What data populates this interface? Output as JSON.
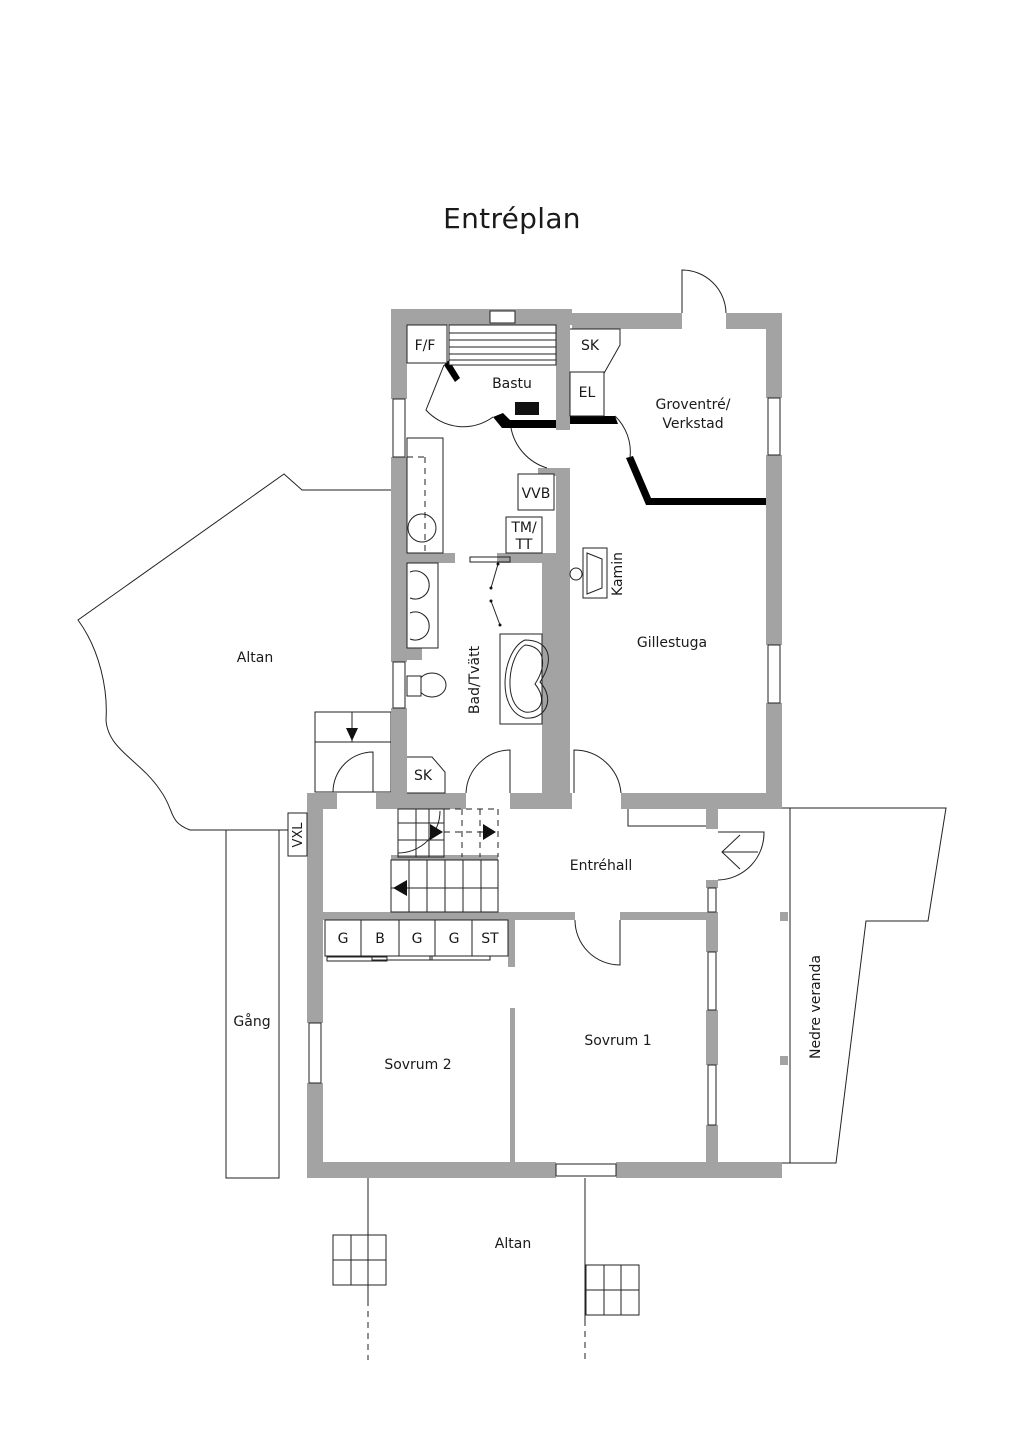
{
  "title": "Entréplan",
  "colors": {
    "wall": "#a3a3a3",
    "line": "#222222",
    "background": "#ffffff"
  },
  "rooms": {
    "ff": "F/F",
    "bastu": "Bastu",
    "sk_top": "SK",
    "el": "EL",
    "groventre_line1": "Groventré/",
    "groventre_line2": "Verkstad",
    "vvb": "VVB",
    "tmtt_line1": "TM/",
    "tmtt_line2": "TT",
    "kamin": "Kamin",
    "gillestuga": "Gillestuga",
    "bad_tvatt": "Bad/Tvätt",
    "sk_bottom": "SK",
    "entrehall": "Entréhall",
    "vxl": "VXL",
    "sovrum1": "Sovrum 1",
    "sovrum2": "Sovrum 2",
    "nedre_veranda": "Nedre veranda",
    "altan_left": "Altan",
    "altan_bottom": "Altan",
    "gang": "Gång"
  },
  "closets": [
    "G",
    "B",
    "G",
    "G",
    "ST"
  ]
}
